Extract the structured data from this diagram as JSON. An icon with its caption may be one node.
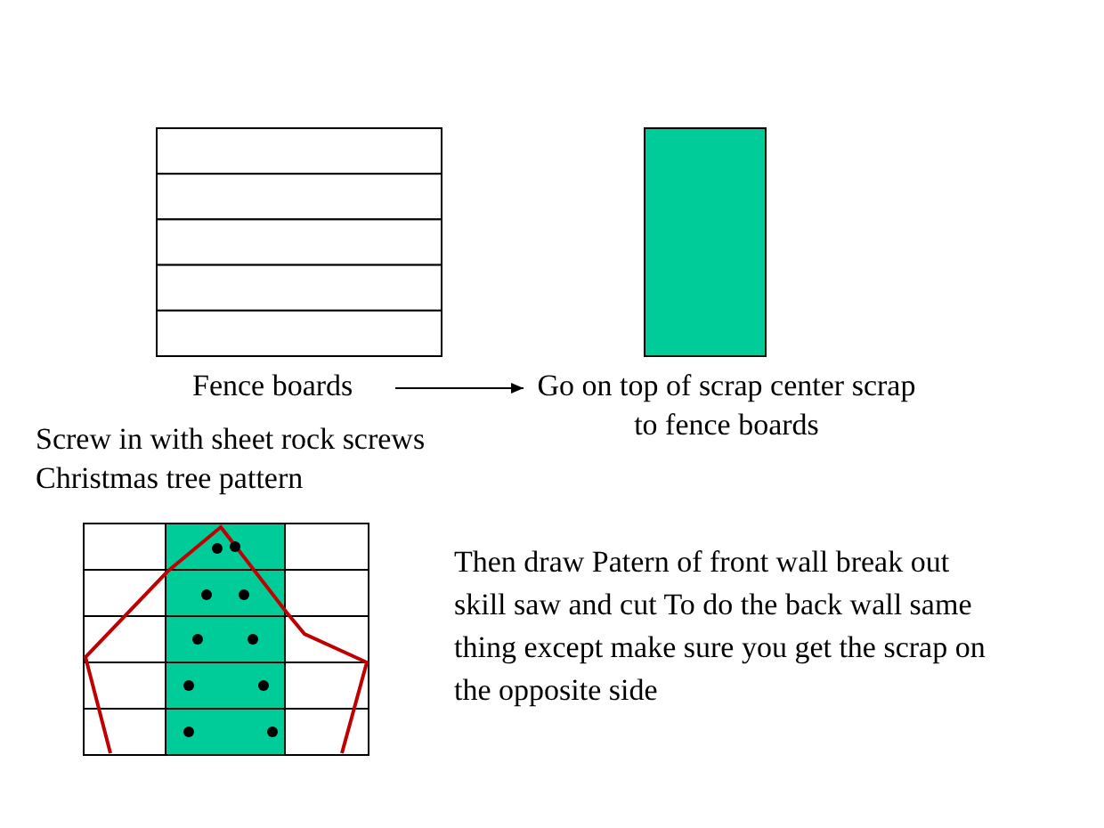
{
  "diagram": {
    "nodes": [
      {
        "text": [
          "Fence boards"
        ]
      },
      {
        "text": [
          "Go on top of scrap center scrap to fence boards"
        ]
      }
    ],
    "edges": [
      {
        "from": 0,
        "to": 1,
        "arrow": "to"
      }
    ],
    "labels": [
      "Screw in with sheet rock screws Christmas tree pattern",
      "Then draw Patern of front wall break out skill saw and cut To do the back wall same thing except make sure you get the scrap on the opposite side"
    ]
  }
}
